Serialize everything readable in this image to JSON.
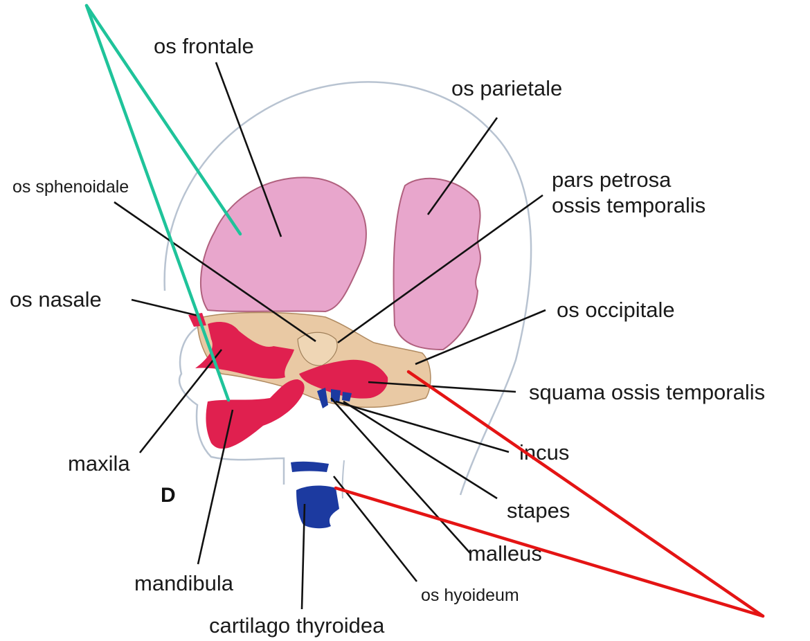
{
  "labels": {
    "frontale": "os frontale",
    "parietale": "os parietale",
    "sphenoidale": "os sphenoidale",
    "petrosa_1": "pars petrosa",
    "petrosa_2": "ossis temporalis",
    "nasale": "os nasale",
    "occipitale": "os occipitale",
    "squama": "squama ossis temporalis",
    "incus": "incus",
    "maxila": "maxila",
    "panel": "D",
    "stapes": "stapes",
    "malleus": "malleus",
    "mandibula": "mandibula",
    "hyoideum": "os hyoideum",
    "thyroidea": "cartilago thyroidea"
  },
  "colors": {
    "membranous_bone": "#e8a6cc",
    "membranous_edge": "#b0607e",
    "dermal_red": "#e0204f",
    "cartilage_tan": "#e9c9a4",
    "cartilage_blue": "#1c3aa0",
    "outline": "#b8c3d1",
    "leader": "#111111",
    "annotation_green": "#1fc39a",
    "annotation_red": "#e41414"
  }
}
